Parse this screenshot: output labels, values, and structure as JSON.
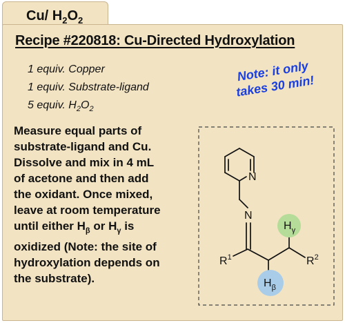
{
  "tab": {
    "metal": "Cu/ H",
    "sub": "2",
    "o": "O",
    "sub2": "2"
  },
  "title": "Recipe #220818: Cu-Directed Hydroxylation",
  "ingredients": [
    {
      "text": "1 equiv. Copper"
    },
    {
      "text": "1 equiv. Substrate-ligand"
    },
    {
      "text": "5 equiv. H",
      "sub": "2",
      "tail": "O",
      "sub2": "2"
    }
  ],
  "note": {
    "line1": "Note: it only",
    "line2": "takes 30 min!"
  },
  "instructions": {
    "line1": "Measure equal parts of",
    "line2": "substrate-ligand and Cu.",
    "line3": "Dissolve and mix in 4 mL",
    "line4": "of acetone and then add",
    "line5": "the oxidant. Once mixed,",
    "line6": "leave at room temperature",
    "line7a": "until either H",
    "line7b": "β",
    "line7c": " or H",
    "line7d": "γ",
    "line7e": " is",
    "line8": "oxidized (Note: the site of",
    "line9": "hydroxylation depends on",
    "line10": "the substrate)."
  },
  "scheme": {
    "pyridine_n": "N",
    "imine_n": "N",
    "r1": "R",
    "r1_sup": "1",
    "r2": "R",
    "r2_sup": "2",
    "h_gamma": "H",
    "h_gamma_sub": "γ",
    "h_beta": "H",
    "h_beta_sub": "β",
    "colors": {
      "gamma": "#b5dc98",
      "beta": "#a9cde9"
    }
  }
}
